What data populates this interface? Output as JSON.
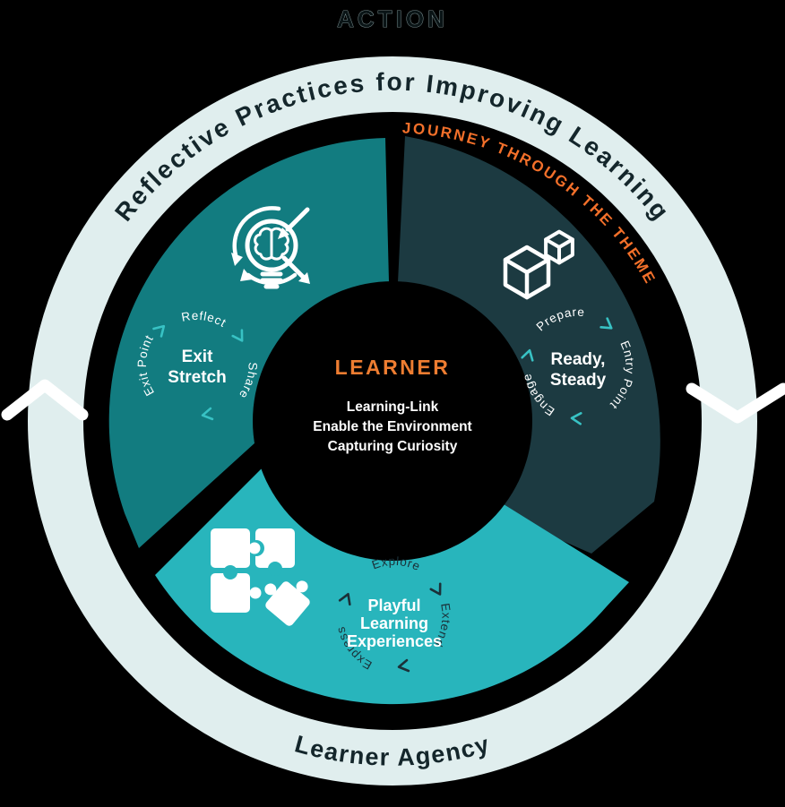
{
  "diagram_title": "ACTION",
  "outer_ring": {
    "top_label": "Reflective Practices for Improving Learning",
    "bottom_label": "Learner Agency",
    "journey_label": "JOURNEY THROUGH THE THEME"
  },
  "center_circle": {
    "heading": "LEARNER",
    "line1": "Learning-Link",
    "line2": "Enable the Environment",
    "line3": "Capturing Curiosity"
  },
  "segments": {
    "reflect": {
      "color": "#127c80",
      "icon": "brain-lightbulb-cycle-icon",
      "word_top": "Reflect",
      "word_right": "Share",
      "word_left": "Exit Point",
      "label_line1": "Exit",
      "label_line2": "Stretch"
    },
    "prepare": {
      "color": "#1c3a41",
      "icon": "building-blocks-icon",
      "word_top": "Prepare",
      "word_right": "Entry Point",
      "word_left": "Engage",
      "label_line1": "Ready,",
      "label_line2": "Steady"
    },
    "play": {
      "color": "#28b5bc",
      "icon": "puzzle-pieces-icon",
      "word_top": "Explore",
      "word_right": "Extend",
      "word_left": "Express",
      "label_line1": "Playful",
      "label_line2": "Learning",
      "label_line3": "Experiences"
    }
  },
  "colors": {
    "background": "#000000",
    "outer_ring": "#e0eeee",
    "accent_orange": "#f3702a",
    "learner_orange": "#ee7d31",
    "cycle_chevron_teal": "#38c2c4",
    "dark_text": "#14262b",
    "white": "#ffffff"
  }
}
